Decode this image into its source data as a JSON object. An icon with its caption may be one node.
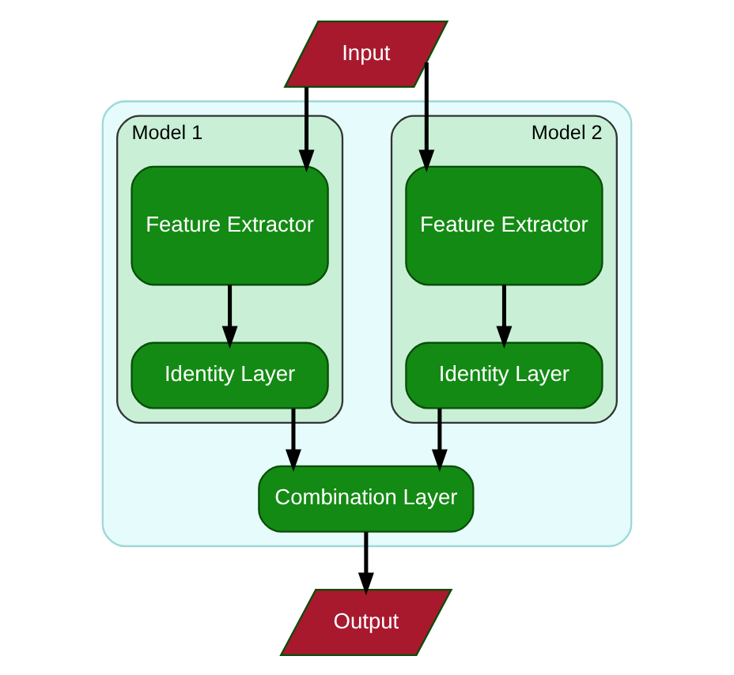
{
  "diagram": {
    "nodes": [
      {
        "text": [
          "Input"
        ]
      },
      {
        "text": [],
        "shape": "box"
      },
      {
        "text": [
          "Model 1"
        ],
        "in": 1
      },
      {
        "text": [
          "Feature Extractor"
        ],
        "in": 2
      },
      {
        "text": [
          "Identity Layer"
        ],
        "in": 2
      },
      {
        "text": [
          "Model 2"
        ],
        "in": 1
      },
      {
        "text": [
          "Feature Extractor"
        ],
        "in": 5
      },
      {
        "text": [
          "Identity Layer"
        ],
        "in": 5
      },
      {
        "text": [
          "Combination Layer"
        ],
        "in": 1
      },
      {
        "text": [
          "Output"
        ]
      }
    ],
    "edges": [
      {
        "from": 0,
        "to": 3,
        "arrow": "to"
      },
      {
        "from": 0,
        "to": 6,
        "arrow": "to"
      },
      {
        "from": 3,
        "to": 4,
        "arrow": "to"
      },
      {
        "from": 6,
        "to": 7,
        "arrow": "to"
      },
      {
        "from": 4,
        "to": 8,
        "arrow": "to"
      },
      {
        "from": 7,
        "to": 8,
        "arrow": "to"
      },
      {
        "from": 8,
        "to": 9,
        "arrow": "to"
      }
    ]
  }
}
